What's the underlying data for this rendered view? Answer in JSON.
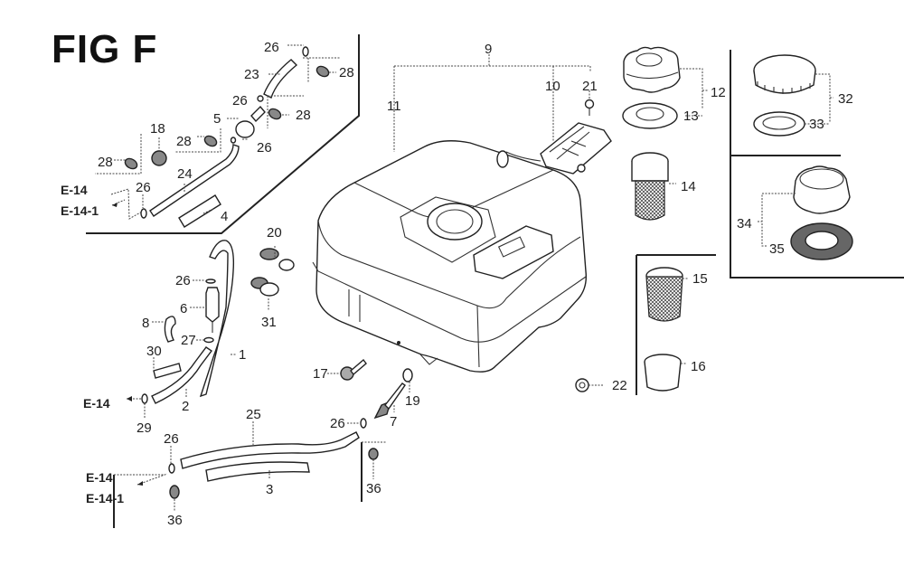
{
  "figure": {
    "title": "FIG F",
    "subject": "fuel tank assembly exploded parts diagram"
  },
  "callouts": [
    {
      "id": "c9",
      "label": "9"
    },
    {
      "id": "c10",
      "label": "10"
    },
    {
      "id": "c11",
      "label": "11"
    },
    {
      "id": "c21",
      "label": "21"
    },
    {
      "id": "c12",
      "label": "12"
    },
    {
      "id": "c13",
      "label": "13"
    },
    {
      "id": "c14",
      "label": "14"
    },
    {
      "id": "c15",
      "label": "15"
    },
    {
      "id": "c16",
      "label": "16"
    },
    {
      "id": "c22",
      "label": "22"
    },
    {
      "id": "c32",
      "label": "32"
    },
    {
      "id": "c33",
      "label": "33"
    },
    {
      "id": "c34",
      "label": "34"
    },
    {
      "id": "c35",
      "label": "35"
    },
    {
      "id": "c26a",
      "label": "26"
    },
    {
      "id": "c23",
      "label": "23"
    },
    {
      "id": "c28a",
      "label": "28"
    },
    {
      "id": "c26b",
      "label": "26"
    },
    {
      "id": "c28b",
      "label": "28"
    },
    {
      "id": "c5",
      "label": "5"
    },
    {
      "id": "c26c",
      "label": "26"
    },
    {
      "id": "c18",
      "label": "18"
    },
    {
      "id": "c28c",
      "label": "28"
    },
    {
      "id": "c28d",
      "label": "28"
    },
    {
      "id": "c24",
      "label": "24"
    },
    {
      "id": "c26d",
      "label": "26"
    },
    {
      "id": "c4",
      "label": "4"
    },
    {
      "id": "c20",
      "label": "20"
    },
    {
      "id": "c31",
      "label": "31"
    },
    {
      "id": "c26e",
      "label": "26"
    },
    {
      "id": "c6",
      "label": "6"
    },
    {
      "id": "c8",
      "label": "8"
    },
    {
      "id": "c27",
      "label": "27"
    },
    {
      "id": "c1",
      "label": "1"
    },
    {
      "id": "c30",
      "label": "30"
    },
    {
      "id": "c2",
      "label": "2"
    },
    {
      "id": "c29",
      "label": "29"
    },
    {
      "id": "c17",
      "label": "17"
    },
    {
      "id": "c19",
      "label": "19"
    },
    {
      "id": "c7",
      "label": "7"
    },
    {
      "id": "c26f",
      "label": "26"
    },
    {
      "id": "c25",
      "label": "25"
    },
    {
      "id": "c26g",
      "label": "26"
    },
    {
      "id": "c3",
      "label": "3"
    },
    {
      "id": "c36a",
      "label": "36"
    },
    {
      "id": "c36b",
      "label": "36"
    }
  ],
  "references": {
    "top_e14": "E-14",
    "top_e14_1": "E-14-1",
    "mid_e14": "E-14",
    "bottom_e14": "E-14",
    "bottom_e14_1": "E-14-1"
  }
}
